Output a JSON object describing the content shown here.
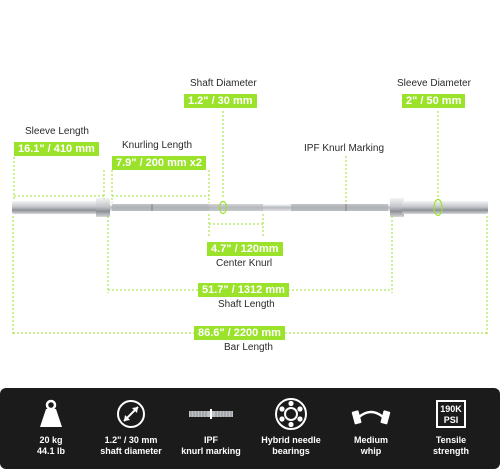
{
  "callouts": {
    "shaft_diameter": {
      "title": "Shaft Diameter",
      "value": "1.2\" / 30 mm"
    },
    "sleeve_diameter": {
      "title": "Sleeve Diameter",
      "value": "2\" / 50 mm"
    },
    "sleeve_length": {
      "title": "Sleeve Length",
      "value": "16.1\" / 410 mm"
    },
    "knurling_length": {
      "title": "Knurling Length",
      "value": "7.9\" / 200 mm  x2"
    },
    "ipf_marking": {
      "title": "IPF Knurl Marking"
    },
    "center_knurl": {
      "title": "Center Knurl",
      "value": "4.7\" / 120mm"
    },
    "shaft_length": {
      "title": "Shaft Length",
      "value": "51.7\" / 1312 mm"
    },
    "bar_length": {
      "title": "Bar Length",
      "value": "86.6\" / 2200 mm"
    }
  },
  "features": [
    {
      "icon": "weight-icon",
      "line1": "20 kg",
      "line2": "44.1 lb"
    },
    {
      "icon": "diameter-icon",
      "line1": "1.2\" / 30 mm",
      "line2": "shaft diameter"
    },
    {
      "icon": "knurl-bar-icon",
      "line1": "IPF",
      "line2": "knurl marking"
    },
    {
      "icon": "bearing-icon",
      "line1": "Hybrid needle",
      "line2": "bearings"
    },
    {
      "icon": "whip-icon",
      "line1": "Medium",
      "line2": "whip"
    },
    {
      "icon": "psi-badge-icon",
      "badge": "190K PSI",
      "line1": "Tensile",
      "line2": "strength"
    }
  ],
  "colors": {
    "accent": "#9be22a",
    "dark": "#1b1b1b",
    "steel": "#b9bcc0"
  }
}
